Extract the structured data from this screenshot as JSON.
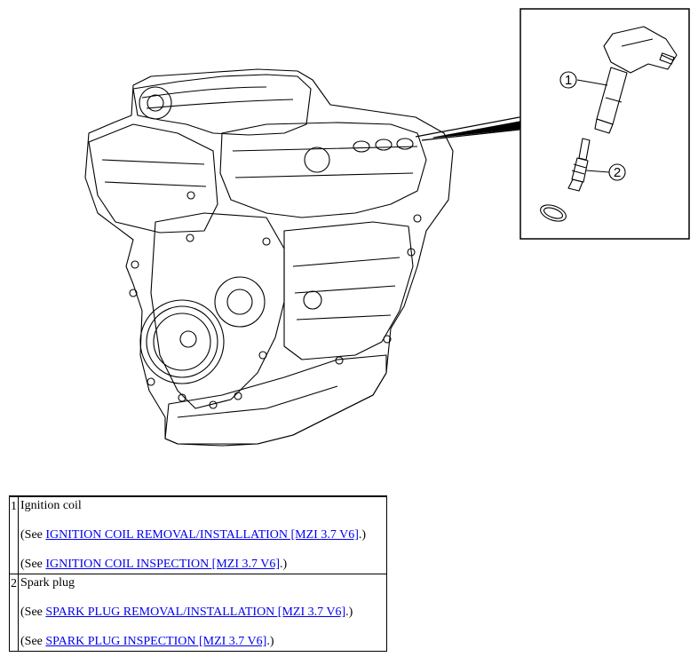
{
  "figure": {
    "callouts": [
      {
        "number": "1",
        "part": "ignition-coil"
      },
      {
        "number": "2",
        "part": "spark-plug"
      }
    ]
  },
  "parts_table": {
    "rows": [
      {
        "number": "1",
        "name": "Ignition coil",
        "refs": [
          {
            "prefix": "(See ",
            "link": "IGNITION COIL REMOVAL/INSTALLATION [MZI 3.7 V6]",
            "suffix": ".)"
          },
          {
            "prefix": "(See ",
            "link": "IGNITION COIL INSPECTION [MZI 3.7 V6]",
            "suffix": ".)"
          }
        ]
      },
      {
        "number": "2",
        "name": "Spark plug",
        "refs": [
          {
            "prefix": "(See ",
            "link": "SPARK PLUG REMOVAL/INSTALLATION [MZI 3.7 V6]",
            "suffix": ".)"
          },
          {
            "prefix": "(See ",
            "link": "SPARK PLUG INSPECTION [MZI 3.7 V6]",
            "suffix": ".)"
          }
        ]
      }
    ]
  }
}
